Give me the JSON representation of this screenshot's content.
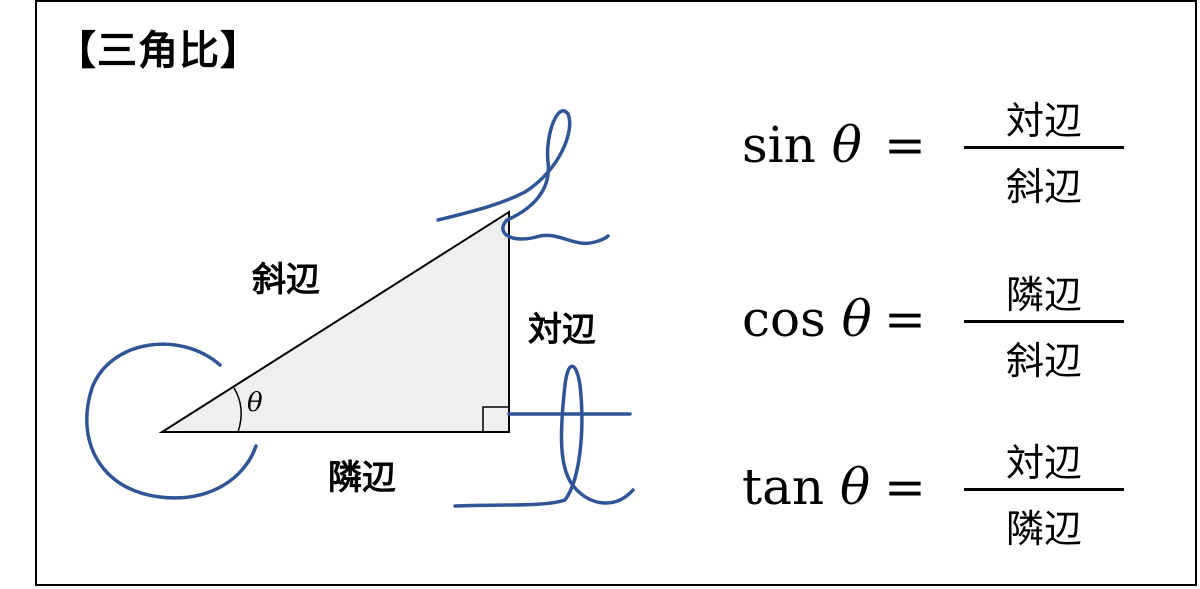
{
  "title": "【三角比】",
  "triangle": {
    "hypotenuse_label": "斜辺",
    "opposite_label": "対辺",
    "adjacent_label": "隣辺",
    "angle_label": "θ"
  },
  "formulas": [
    {
      "fn": "sin",
      "theta": "θ",
      "eq": "=",
      "numerator": "対辺",
      "denominator": "斜辺"
    },
    {
      "fn": "cos",
      "theta": "θ",
      "eq": "=",
      "numerator": "隣辺",
      "denominator": "斜辺"
    },
    {
      "fn": "tan",
      "theta": "θ",
      "eq": "=",
      "numerator": "対辺",
      "denominator": "隣辺"
    }
  ],
  "colors": {
    "handwriting": "#2f5597",
    "triangle_fill": "#efefef",
    "line": "#000000"
  },
  "handwritten_letters": [
    "C",
    "S",
    "T"
  ]
}
